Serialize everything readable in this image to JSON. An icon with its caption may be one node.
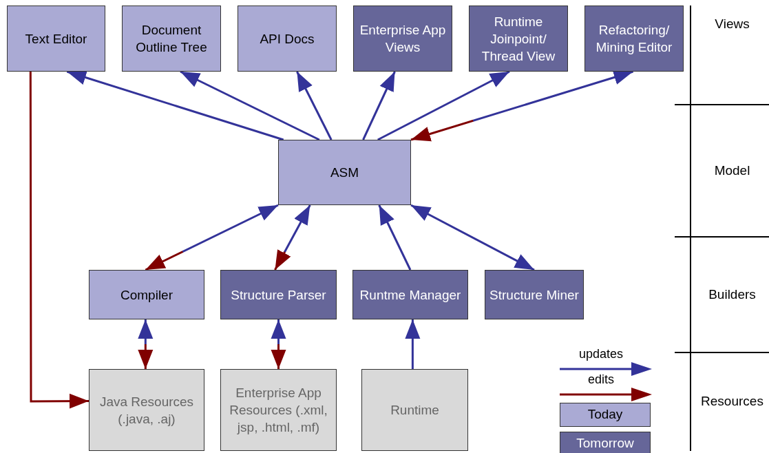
{
  "diagram": {
    "nodes": [
      {
        "text": [
          "Text Editor"
        ]
      },
      {
        "text": [
          "Document Outline Tree"
        ]
      },
      {
        "text": [
          "API Docs"
        ]
      },
      {
        "text": [
          "Enterprise App Views"
        ]
      },
      {
        "text": [
          "Runtime Joinpoint/ Thread View"
        ]
      },
      {
        "text": [
          "Refactoring/ Mining Editor"
        ]
      },
      {
        "text": [
          "ASM"
        ]
      },
      {
        "text": [
          "Compiler"
        ]
      },
      {
        "text": [
          "Structure Parser"
        ]
      },
      {
        "text": [
          "Runtme Manager"
        ]
      },
      {
        "text": [
          "Structure Miner"
        ]
      },
      {
        "text": [
          "Java Resources (.java, .aj)"
        ]
      },
      {
        "text": [
          "Enterprise App Resources (.xml, jsp, .html, .mf)"
        ]
      },
      {
        "text": [
          "Runtime"
        ]
      }
    ],
    "edges": [
      {
        "from": 6,
        "to": 0,
        "arrow": "to"
      },
      {
        "from": 6,
        "to": 1,
        "arrow": "to"
      },
      {
        "from": 6,
        "to": 2,
        "arrow": "to"
      },
      {
        "from": 6,
        "to": 3,
        "arrow": "to"
      },
      {
        "from": 6,
        "to": 4,
        "arrow": "to"
      },
      {
        "from": 5,
        "to": 6,
        "arrow": "both",
        "color": "#800000"
      },
      {
        "from": 6,
        "to": 7,
        "arrow": "both",
        "color": "#800000"
      },
      {
        "from": 6,
        "to": 8,
        "arrow": "both",
        "color": "#800000"
      },
      {
        "from": 9,
        "to": 6,
        "arrow": "to"
      },
      {
        "from": 6,
        "to": 10,
        "arrow": "both"
      },
      {
        "from": 7,
        "to": 11,
        "arrow": "both",
        "color": "#800000"
      },
      {
        "from": 8,
        "to": 12,
        "arrow": "both",
        "color": "#800000"
      },
      {
        "from": 13,
        "to": 9,
        "arrow": "to"
      },
      {
        "from": 0,
        "to": 11,
        "arrow": "to",
        "color": "#800000"
      }
    ],
    "labels": [
      "Views",
      "Model",
      "Builders",
      "Resources"
    ],
    "legend": [
      {
        "text": "updates"
      },
      {
        "text": "edits"
      },
      {
        "text": "Today",
        "color": "#aaaad4"
      },
      {
        "text": "Tomorrow",
        "color": "#666699"
      }
    ]
  }
}
